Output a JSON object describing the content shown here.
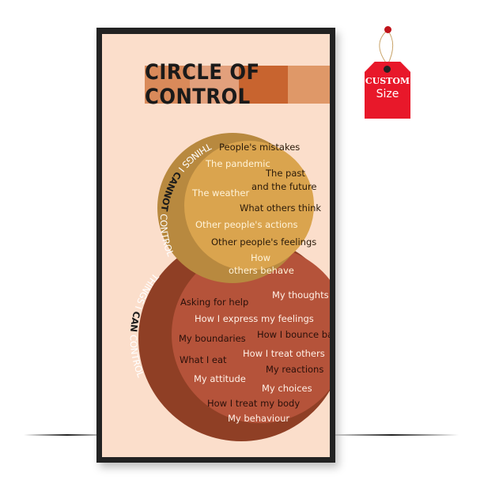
{
  "poster": {
    "title": "CIRCLE OF CONTROL",
    "title_band_colors": [
      "#d98a5a",
      "#e2a07c",
      "#c8642f",
      "#df9868"
    ],
    "background_color": "#fbdecb",
    "frame_color": "#222222"
  },
  "tag": {
    "line1": "CUSTOM",
    "line2": "Size",
    "color": "#e8182a"
  },
  "outer_circle": {
    "arc_label": "THINGS I CANNOT CONTROL",
    "arc_label_parts": [
      "THINGS I ",
      "CANNOT",
      " CONTROL"
    ],
    "ring_color": "#b8893f",
    "fill_color": "#daa44e",
    "items": [
      {
        "text": "People's mistakes",
        "color": "dark"
      },
      {
        "text": "The pandemic",
        "color": "light"
      },
      {
        "text": "The past",
        "color": "dark"
      },
      {
        "text": "and the future",
        "color": "dark"
      },
      {
        "text": "The weather",
        "color": "light"
      },
      {
        "text": "What others think",
        "color": "dark"
      },
      {
        "text": "Other people's actions",
        "color": "light"
      },
      {
        "text": "Other people's feelings",
        "color": "dark"
      },
      {
        "text": "How",
        "color": "light"
      },
      {
        "text": "others behave",
        "color": "light"
      }
    ]
  },
  "inner_circle": {
    "arc_label": "THINGS I CAN CONTROL",
    "arc_label_parts": [
      "THINGS I ",
      "CAN",
      " CONTROL"
    ],
    "ring_color": "#8f3f25",
    "fill_color": "#b5533a",
    "items": [
      {
        "text": "My thoughts",
        "color": "light"
      },
      {
        "text": "Asking for help",
        "color": "dark"
      },
      {
        "text": "How I express my feelings",
        "color": "light"
      },
      {
        "text": "My boundaries",
        "color": "dark"
      },
      {
        "text": "How I bounce back",
        "color": "dark"
      },
      {
        "text": "How I treat others",
        "color": "light"
      },
      {
        "text": "What I eat",
        "color": "dark"
      },
      {
        "text": "My reactions",
        "color": "dark"
      },
      {
        "text": "My attitude",
        "color": "light"
      },
      {
        "text": "My choices",
        "color": "light"
      },
      {
        "text": "How I treat my body",
        "color": "dark"
      },
      {
        "text": "My behaviour",
        "color": "light"
      }
    ]
  }
}
